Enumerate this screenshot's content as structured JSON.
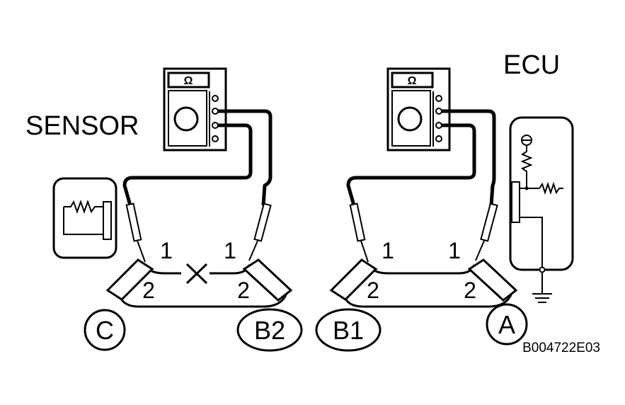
{
  "labels": {
    "sensor": "SENSOR",
    "ecu": "ECU",
    "code": "B004722E03"
  },
  "meter": {
    "symbol": "Ω"
  },
  "pins": {
    "one": "1",
    "two": "2"
  },
  "connectors": {
    "c": "C",
    "b2": "B2",
    "b1": "B1",
    "a": "A"
  },
  "colors": {
    "ink": "#000000",
    "paper": "#ffffff"
  }
}
